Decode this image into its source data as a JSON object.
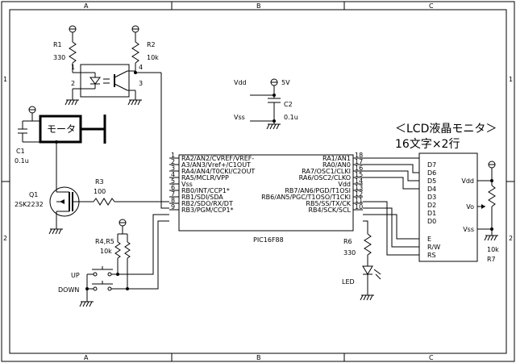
{
  "frame": {
    "col_labels": [
      "A",
      "B",
      "C"
    ],
    "row_labels": [
      "1",
      "2"
    ]
  },
  "components": {
    "r1": {
      "ref": "R1",
      "value": "330"
    },
    "r2": {
      "ref": "R2",
      "value": "10k"
    },
    "r3": {
      "ref": "R3",
      "value": "100"
    },
    "r45": {
      "ref": "R4,R5",
      "value": "10k"
    },
    "r6": {
      "ref": "R6",
      "value": "330"
    },
    "r7": {
      "ref": "R7",
      "value": "10k"
    },
    "c1": {
      "ref": "C1",
      "value": "0.1u"
    },
    "c2": {
      "ref": "C2",
      "value": "0.1u"
    },
    "q1": {
      "ref": "Q1",
      "value": "2SK2232"
    },
    "motor": {
      "label": "モータ"
    },
    "led": {
      "label": "LED"
    },
    "up": {
      "label": "UP"
    },
    "down": {
      "label": "DOWN"
    },
    "supply": {
      "vdd": "Vdd",
      "vss": "Vss",
      "voltage": "5V"
    },
    "opto_pins": [
      "1",
      "2",
      "3",
      "4"
    ]
  },
  "mcu": {
    "name": "PIC16F88",
    "left_pins": [
      {
        "num": "1",
        "name": "RA2/AN2/CVREF/VREF-"
      },
      {
        "num": "2",
        "name": "A3/AN3/Vref+/C1OUT"
      },
      {
        "num": "3",
        "name": "RA4/AN4/T0CKI/C2OUT"
      },
      {
        "num": "4",
        "name": "RA5/MCLR/VPP"
      },
      {
        "num": "5",
        "name": "Vss"
      },
      {
        "num": "6",
        "name": "RB0/INT/CCP1*"
      },
      {
        "num": "7",
        "name": "RB1/SDI/SDA"
      },
      {
        "num": "8",
        "name": "RB2/SDO/RX/DT"
      },
      {
        "num": "9",
        "name": "RB3/PGM/CCP1*"
      }
    ],
    "right_pins": [
      {
        "num": "18",
        "name": "RA1/AN1"
      },
      {
        "num": "17",
        "name": "RA0/AN0"
      },
      {
        "num": "16",
        "name": "RA7/OSC1/CLKI"
      },
      {
        "num": "15",
        "name": "RA6/OSC2/CLKO"
      },
      {
        "num": "14",
        "name": "Vdd"
      },
      {
        "num": "13",
        "name": "RB7/AN6/PGD/T1OSI"
      },
      {
        "num": "12",
        "name": "RB6/AN5/PGC/T1OSO/T1CKI"
      },
      {
        "num": "11",
        "name": "RB5/SS/TX/CK"
      },
      {
        "num": "10",
        "name": "RB4/SCK/SCL"
      }
    ]
  },
  "lcd": {
    "title": "＜LCD液晶モニタ＞",
    "subtitle": "16文字×2行",
    "left_pins": [
      "D7",
      "D6",
      "D5",
      "D4",
      "D3",
      "D2",
      "D1",
      "D0",
      "E",
      "R/W",
      "RS"
    ],
    "right_pins": [
      "Vdd",
      "Vo",
      "Vss"
    ]
  }
}
